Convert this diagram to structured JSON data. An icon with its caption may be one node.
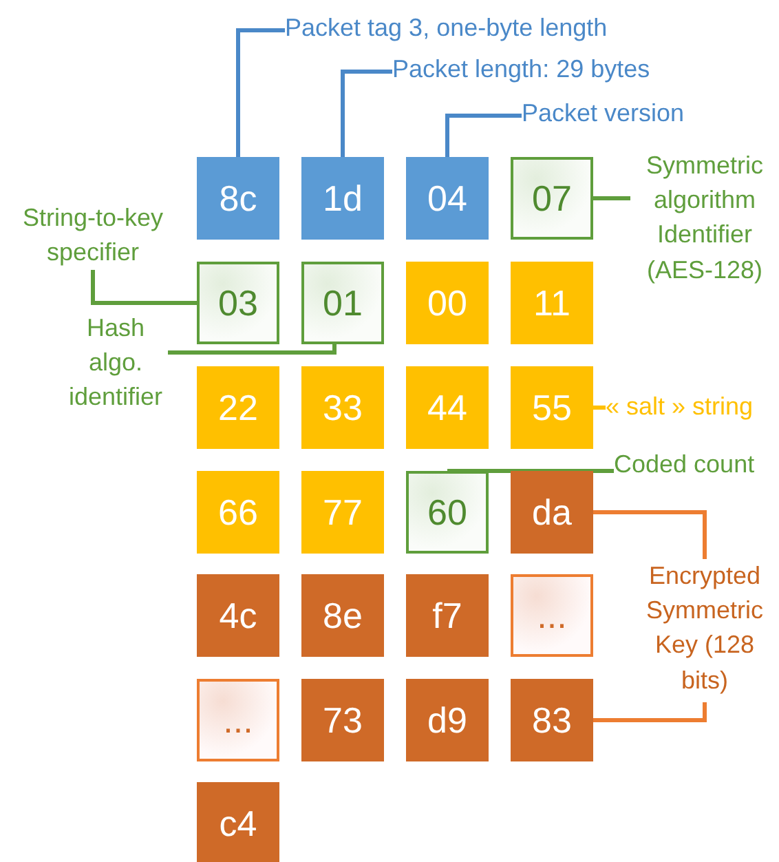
{
  "diagram": {
    "nodes": [
      {
        "text": [
          "Packet tag 3, one-byte length"
        ]
      },
      {
        "text": [
          "Packet length: 29 bytes"
        ]
      },
      {
        "text": [
          "Packet version"
        ]
      },
      {
        "text": [
          "8c"
        ]
      },
      {
        "text": [
          "1d"
        ]
      },
      {
        "text": [
          "04"
        ]
      },
      {
        "text": [
          "07"
        ]
      },
      {
        "text": [
          "Symmetric algorithm Identifier (AES-128)"
        ]
      },
      {
        "text": [
          "String-to-key specifier"
        ]
      },
      {
        "text": [
          "03"
        ]
      },
      {
        "text": [
          "01"
        ]
      },
      {
        "text": [
          "00"
        ]
      },
      {
        "text": [
          "11"
        ]
      },
      {
        "text": [
          "Hash algo. identifier"
        ]
      },
      {
        "text": [
          "22"
        ]
      },
      {
        "text": [
          "33"
        ]
      },
      {
        "text": [
          "44"
        ]
      },
      {
        "text": [
          "55"
        ]
      },
      {
        "text": [
          "« salt » string"
        ]
      },
      {
        "text": [
          "Coded count"
        ]
      },
      {
        "text": [
          "66"
        ]
      },
      {
        "text": [
          "77"
        ]
      },
      {
        "text": [
          "60"
        ]
      },
      {
        "text": [
          "da"
        ]
      },
      {
        "text": [
          "Encrypted Symmetric Key (128 bits)"
        ]
      },
      {
        "text": [
          "4c"
        ]
      },
      {
        "text": [
          "8e"
        ]
      },
      {
        "text": [
          "f7"
        ]
      },
      {
        "text": [
          "..."
        ]
      },
      {
        "text": [
          "..."
        ]
      },
      {
        "text": [
          "73"
        ]
      },
      {
        "text": [
          "d9"
        ]
      },
      {
        "text": [
          "83"
        ]
      },
      {
        "text": [
          "c4"
        ]
      }
    ],
    "edges": [
      {
        "from": 0,
        "to": 3,
        "arrow": "none",
        "color": "#4a88c8"
      },
      {
        "from": 1,
        "to": 4,
        "arrow": "none",
        "color": "#4a88c8"
      },
      {
        "from": 2,
        "to": 5,
        "arrow": "none",
        "color": "#4a88c8"
      },
      {
        "from": 7,
        "to": 6,
        "arrow": "none"
      },
      {
        "from": 8,
        "to": 9,
        "arrow": "none"
      },
      {
        "from": 13,
        "to": 10,
        "arrow": "none"
      },
      {
        "from": 18,
        "to": 17,
        "arrow": "none",
        "color": "#ffc000"
      },
      {
        "from": 19,
        "to": 22,
        "arrow": "none"
      },
      {
        "from": 24,
        "to": 23,
        "arrow": "none",
        "color": "#ed7d31"
      },
      {
        "from": 24,
        "to": 32,
        "arrow": "none",
        "color": "#ed7d31"
      }
    ]
  }
}
